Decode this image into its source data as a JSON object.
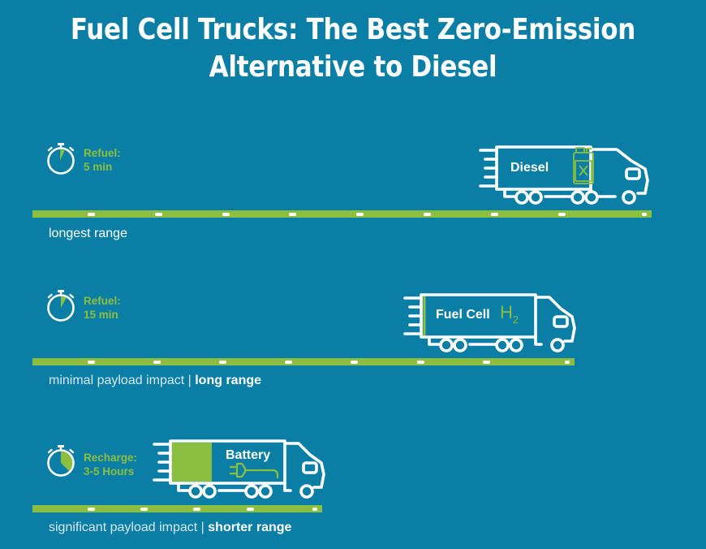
{
  "header": {
    "title_line1": "Fuel Cell Trucks: The Best Zero-Emission",
    "title_line2": "Alternative to Diesel"
  },
  "colors": {
    "background": "#0b7ea6",
    "accent_green": "#8cbf3f",
    "white": "#ffffff"
  },
  "rows": [
    {
      "id": "diesel",
      "timer_icon": "stopwatch-icon",
      "timer_fill_fraction": 0.03,
      "timer_line1": "Refuel:",
      "timer_line2": "5 min",
      "truck_label": "Diesel",
      "truck_icon": "fuel-can-crossed-icon",
      "caption_light": "",
      "caption_bold": "longest range"
    },
    {
      "id": "fuel-cell",
      "timer_icon": "stopwatch-icon",
      "timer_fill_fraction": 0.08,
      "timer_line1": "Refuel:",
      "timer_line2": "15 min",
      "truck_label": "Fuel Cell",
      "truck_badge": "H",
      "truck_badge_sub": "2",
      "caption_light": "minimal payload impact | ",
      "caption_bold": "long range"
    },
    {
      "id": "battery",
      "timer_icon": "stopwatch-icon",
      "timer_fill_fraction": 0.375,
      "timer_line1": "Recharge:",
      "timer_line2": "3-5 Hours",
      "truck_label": "Battery",
      "truck_icon": "plug-icon",
      "caption_light": "significant payload impact | ",
      "caption_bold": "shorter range"
    }
  ]
}
